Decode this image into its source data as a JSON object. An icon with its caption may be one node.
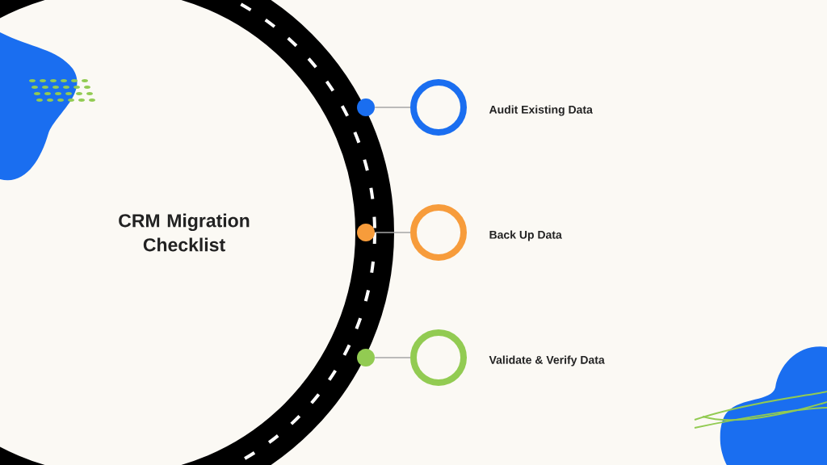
{
  "diagram": {
    "title": "CRM Migration Checklist",
    "nodes": [
      {
        "text": [],
        "shape": "circle"
      },
      {
        "text": [],
        "shape": "circle",
        "beside": [
          "Audit Existing Data"
        ]
      },
      {
        "text": [],
        "shape": "circle"
      },
      {
        "text": [],
        "shape": "circle",
        "beside": [
          "Back Up Data"
        ]
      },
      {
        "text": [],
        "shape": "circle"
      },
      {
        "text": [],
        "shape": "circle",
        "beside": [
          "Validate & Verify Data"
        ]
      }
    ],
    "edges": [
      {
        "from": 0,
        "to": 1,
        "arrow": "none"
      },
      {
        "from": 2,
        "to": 3,
        "arrow": "none"
      },
      {
        "from": 4,
        "to": 5,
        "arrow": "none"
      }
    ]
  }
}
